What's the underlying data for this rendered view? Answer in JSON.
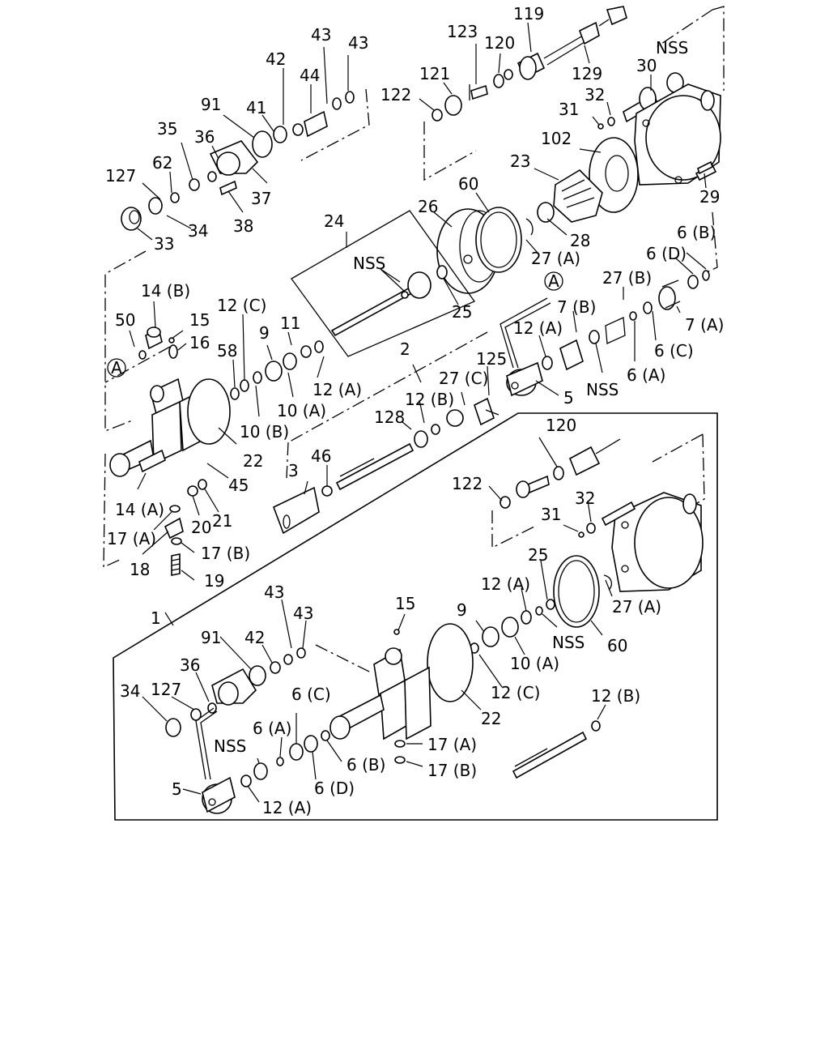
{
  "diagram": {
    "callouts": {
      "a_top": "A",
      "a_left": "A"
    },
    "labels": [
      "119",
      "123",
      "120",
      "129",
      "NSS",
      "122",
      "121",
      "30",
      "32",
      "31",
      "43",
      "43",
      "42",
      "44",
      "41",
      "91",
      "35",
      "36",
      "62",
      "127",
      "37",
      "38",
      "34",
      "33",
      "102",
      "23",
      "29",
      "60",
      "26",
      "28",
      "27 (A)",
      "25",
      "24",
      "NSS",
      "6 (B)",
      "6 (D)",
      "27 (B)",
      "7 (A)",
      "7 (B)",
      "6 (C)",
      "12 (A)",
      "6 (A)",
      "NSS",
      "5",
      "125",
      "2",
      "27 (C)",
      "12 (B)",
      "128",
      "14 (B)",
      "50",
      "15",
      "16",
      "12 (C)",
      "11",
      "58",
      "9",
      "12 (A)",
      "10 (A)",
      "10 (B)",
      "22",
      "45",
      "46",
      "3",
      "14 (A)",
      "20",
      "21",
      "17 (A)",
      "18",
      "17 (B)",
      "19",
      "120",
      "122",
      "32",
      "31",
      "25",
      "12 (A)",
      "27 (A)",
      "60",
      "NSS",
      "9",
      "10 (A)",
      "12 (C)",
      "22",
      "15",
      "43",
      "43",
      "42",
      "91",
      "1",
      "36",
      "127",
      "34",
      "17 (A)",
      "17 (B)",
      "12 (B)",
      "6 (C)",
      "6 (A)",
      "6 (B)",
      "6 (D)",
      "NSS",
      "5",
      "12 (A)"
    ]
  }
}
